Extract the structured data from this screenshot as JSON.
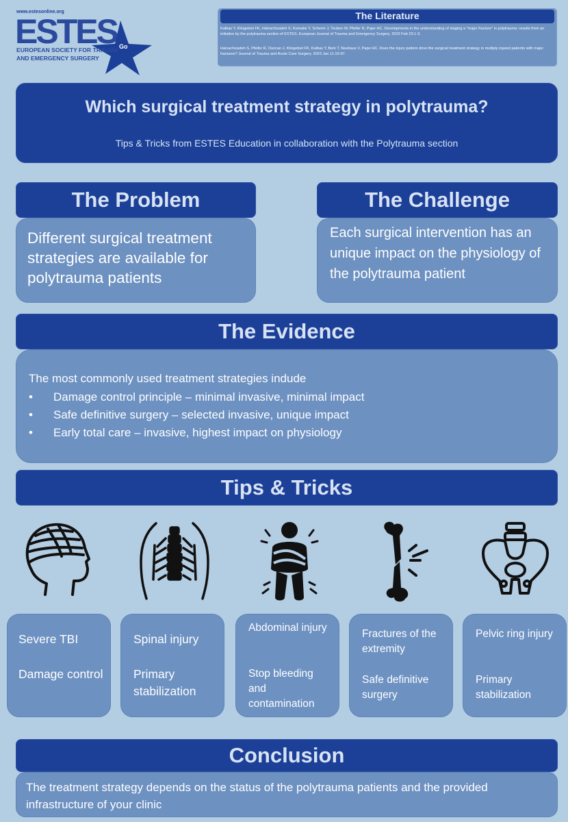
{
  "logo": {
    "url": "www.estesonline.org",
    "word": "ESTES",
    "line1": "EUROPEAN SOCIETY FOR TRAUMA",
    "line2": "AND EMERGENCY SURGERY",
    "go": "Go"
  },
  "literature": {
    "title": "The Literature",
    "refs": [
      "Kalbas Y, Klingebiel FK, Halvachizadeh S, Kumabe Y, Scherer J, Teuben M, Pfeifer R, Pape HC. Developments in the understanding of staging a \"major fracture\" in polytrauma: results from an initiative by the polytrauma section of ESTES. European Journal of Trauma and Emergency Surgery. 2023 Feb 23:1-3.",
      "Halvachizadeh S, Pfeifer R, Duncan J, Klingebiel FK, Kalbas Y, Berk T, Neuhaus V, Pape HC. Does the injury pattern drive the surgical treatment strategy in multiply injured patients with major fractures? Journal of Trauma and Acute Care Surgery. 2023 Jan 11:10-97."
    ]
  },
  "header": {
    "title": "Which surgical treatment strategy in polytrauma?",
    "subtitle": "Tips & Tricks from ESTES Education in collaboration with the Polytrauma section"
  },
  "problem": {
    "heading": "The Problem",
    "text": "Different surgical treatment strategies are available for polytrauma patients"
  },
  "challenge": {
    "heading": "The Challenge",
    "text": "Each surgical intervention has an unique impact on the physiology of the polytrauma patient"
  },
  "evidence": {
    "heading": "The Evidence",
    "intro": "The most commonly used treatment strategies indude",
    "bullet": "•",
    "items": [
      "Damage control principle – minimal invasive, minimal impact",
      "Safe definitive surgery – selected invasive, unique impact",
      "Early total care – invasive, highest impact on physiology"
    ]
  },
  "tips": {
    "heading": "Tips & Tricks",
    "cards": [
      {
        "injury": "Severe TBI",
        "strategy": "Damage control",
        "icon": "head-injury-icon"
      },
      {
        "injury": "Spinal injury",
        "strategy": "Primary stabilization",
        "icon": "spine-icon"
      },
      {
        "injury": "Abdominal injury",
        "strategy": "Stop bleeding and contamination",
        "icon": "abdominal-pain-icon"
      },
      {
        "injury": "Fractures of the extremity",
        "strategy": "Safe definitive surgery",
        "icon": "broken-bone-icon"
      },
      {
        "injury": "Pelvic ring injury",
        "strategy": "Primary stabilization",
        "icon": "pelvis-icon"
      }
    ]
  },
  "conclusion": {
    "heading": "Conclusion",
    "text": "The treatment strategy depends on the status of the polytrauma patients and the provided infrastructure of your clinic"
  },
  "colors": {
    "background": "#b3cde3",
    "navy": "#1c3f98",
    "panel": "#6d91c1",
    "heading_text": "#d7e3f3"
  }
}
